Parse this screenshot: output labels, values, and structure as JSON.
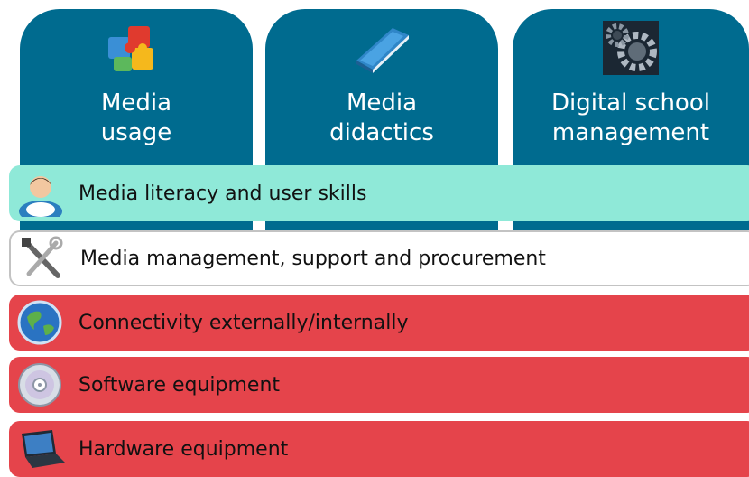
{
  "pillars": [
    {
      "line1": "Media",
      "line2": "usage",
      "icon": "puzzle-icon"
    },
    {
      "line1": "Media",
      "line2": "didactics",
      "icon": "book-icon"
    },
    {
      "line1": "Digital school",
      "line2": "management",
      "icon": "gears-icon"
    }
  ],
  "bands": [
    {
      "label": "Media literacy and user skills",
      "icon": "user-icon",
      "color": "#8fe9d8"
    },
    {
      "label": "Media management, support and procurement",
      "icon": "tools-icon",
      "color": "#ffffff"
    },
    {
      "label": "Connectivity externally/internally",
      "icon": "globe-icon",
      "color": "#e5444b"
    },
    {
      "label": "Software equipment",
      "icon": "cd-icon",
      "color": "#e5444b"
    },
    {
      "label": "Hardware equipment",
      "icon": "laptop-icon",
      "color": "#e5444b"
    }
  ],
  "colors": {
    "pillar": "#006b8f",
    "literacy": "#8fe9d8",
    "infrastructure": "#e5444b"
  }
}
